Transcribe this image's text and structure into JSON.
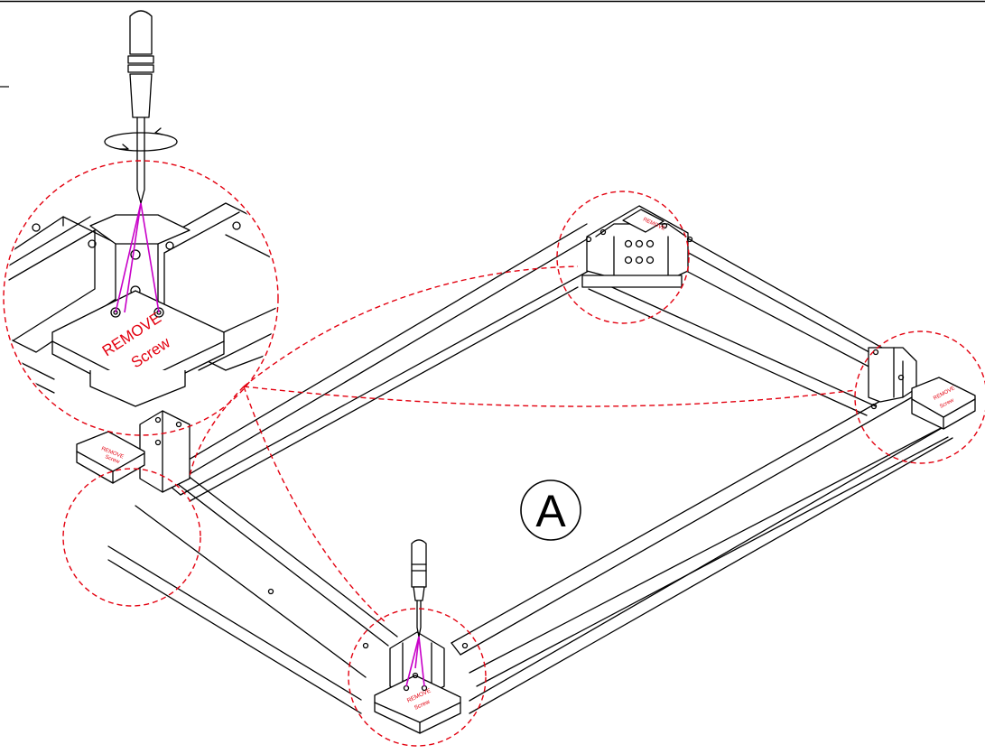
{
  "figure": {
    "part_label": "A",
    "plate_text_line1": "REMOVE",
    "plate_text_line2": "Screw",
    "colors": {
      "line": "#000000",
      "highlight_circle": "#e3000f",
      "screw_guide": "#c800c8",
      "label_text": "#e3000f",
      "background": "#ffffff"
    },
    "icons": [
      "screwdriver-icon",
      "rotation-arrow-icon"
    ]
  }
}
